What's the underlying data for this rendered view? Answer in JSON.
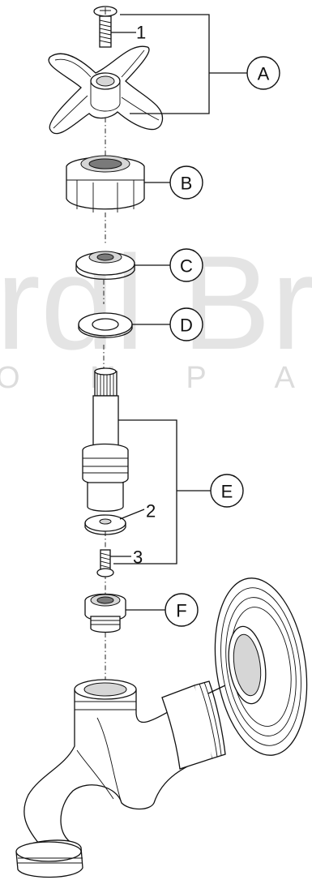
{
  "watermark": {
    "main": "rdl Br",
    "sub": "O M P A N"
  },
  "callouts": [
    {
      "id": "A",
      "label": "A"
    },
    {
      "id": "B",
      "label": "B"
    },
    {
      "id": "C",
      "label": "C"
    },
    {
      "id": "D",
      "label": "D"
    },
    {
      "id": "E",
      "label": "E"
    },
    {
      "id": "F",
      "label": "F"
    }
  ],
  "item_numbers": [
    {
      "id": "1",
      "label": "1"
    },
    {
      "id": "2",
      "label": "2"
    },
    {
      "id": "3",
      "label": "3"
    }
  ]
}
